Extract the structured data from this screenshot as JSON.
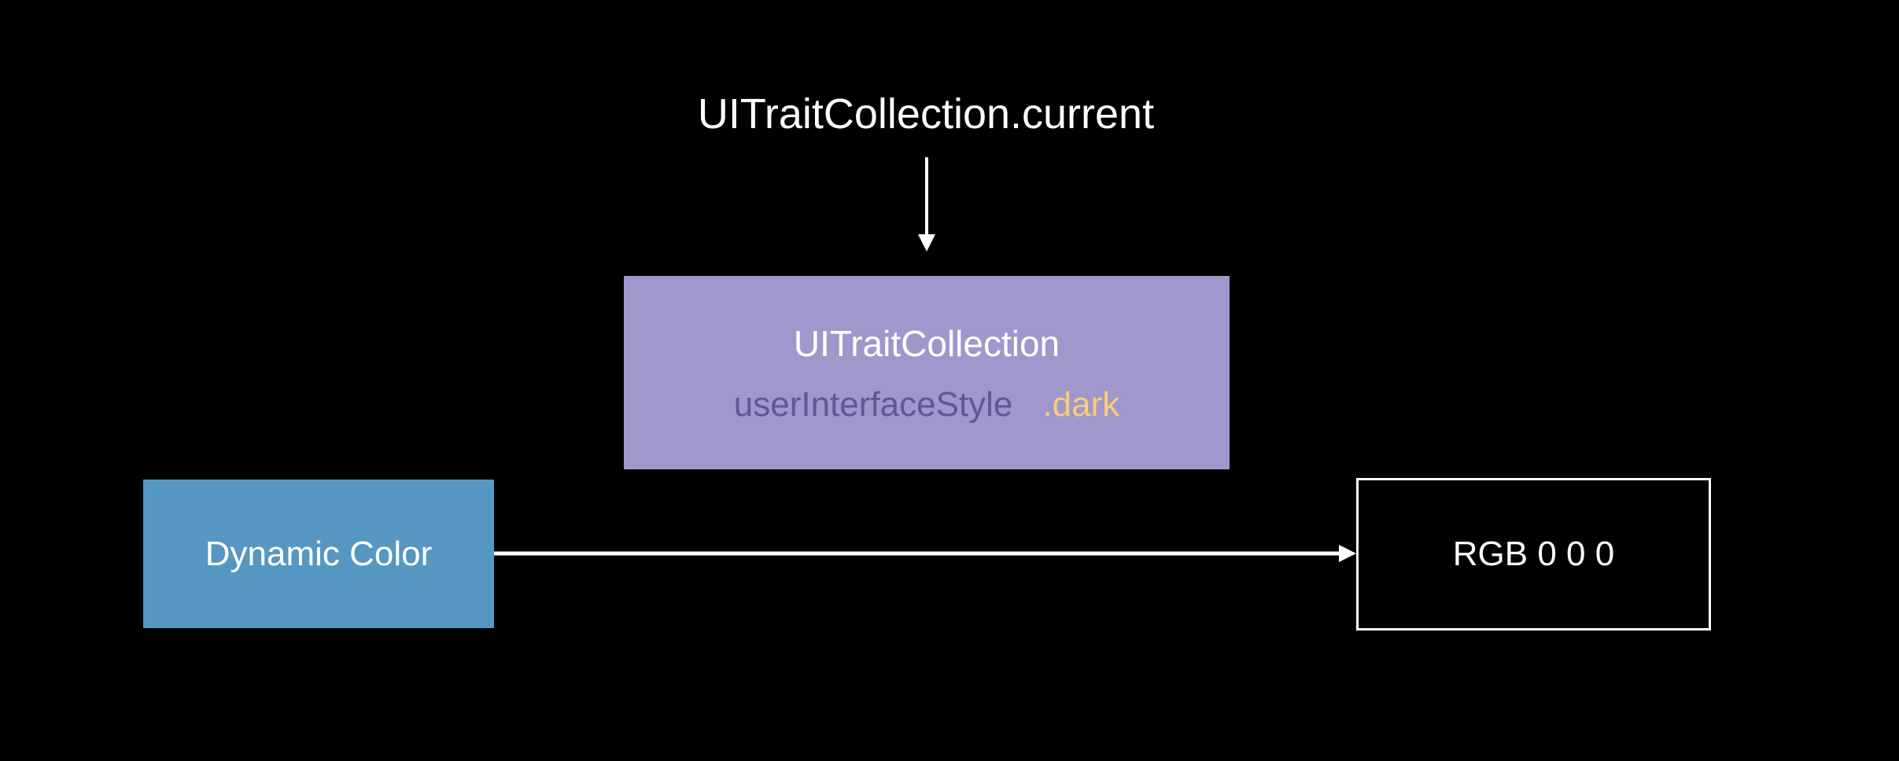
{
  "title": "UITraitCollection.current",
  "trait_collection": {
    "heading": "UITraitCollection",
    "property_name": "userInterfaceStyle",
    "property_value": ".dark"
  },
  "dynamic_color": {
    "label": "Dynamic Color"
  },
  "result": {
    "label": "RGB 0 0 0"
  },
  "colors": {
    "background": "#000000",
    "trait_box_fill": "#a097cc",
    "property_name_text": "#5e5896",
    "property_value_text": "#f9cd7c",
    "dynamic_color_fill": "#5597c2",
    "text_and_arrows": "#ffffff"
  }
}
